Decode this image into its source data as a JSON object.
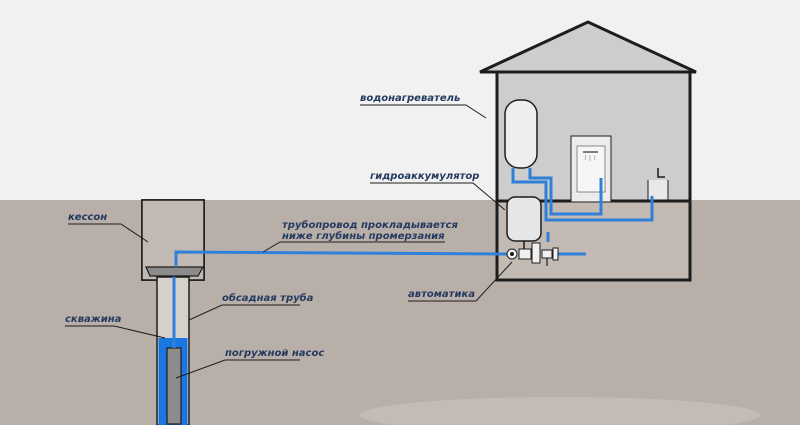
{
  "labels": {
    "water_heater": "водонагреватель",
    "caisson": "кессон",
    "accumulator": "гидроаккумулятор",
    "pipeline_line1": "трубопровод прокладывается",
    "pipeline_line2": "ниже глубины промерзания",
    "casing_pipe": "обсадная труба",
    "well": "скважина",
    "automation": "автоматика",
    "submersible_pump": "погружной насос"
  },
  "colors": {
    "sky": "#f1f1f1",
    "ground": "#b9afa9",
    "house_fill": "#cdcdcd",
    "caisson_fill": "#c1b9b3",
    "outline": "#1d1d1d",
    "pipe": "#2f80d8",
    "water": "#1a76e0",
    "label_text": "#243a5e"
  }
}
